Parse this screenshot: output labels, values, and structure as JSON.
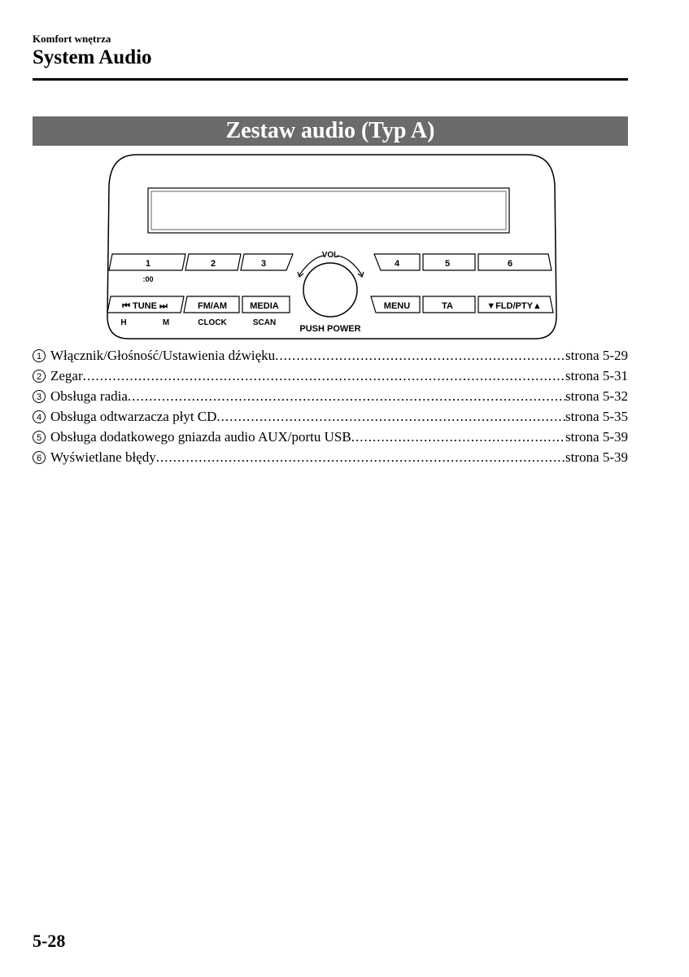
{
  "header": {
    "section_label": "Komfort wnętrza",
    "title": "System Audio"
  },
  "banner": {
    "title": "Zestaw audio (Typ A)"
  },
  "diagram": {
    "vol_label": "VOL",
    "push_power_label": "PUSH POWER",
    "preset_buttons": [
      "1",
      "2",
      "3",
      "4",
      "5",
      "6"
    ],
    "preset_sublabel": ":00",
    "tune_button": "⏮ TUNE ⏭",
    "fm_am_button": "FM/AM",
    "media_button": "MEDIA",
    "menu_button": "MENU",
    "ta_button": "TA",
    "fld_pty_button": "▼FLD/PTY▲",
    "sublabels": [
      "H",
      "M",
      "CLOCK",
      "SCAN"
    ]
  },
  "toc": [
    {
      "num": "1",
      "label": "Włącznik/Głośność/Ustawienia dźwięku",
      "page": "strona 5-29"
    },
    {
      "num": "2",
      "label": "Zegar",
      "page": "strona 5-31"
    },
    {
      "num": "3",
      "label": "Obsługa radia",
      "page": "strona 5-32"
    },
    {
      "num": "4",
      "label": "Obsługa odtwarzacza płyt CD",
      "page": "strona 5-35"
    },
    {
      "num": "5",
      "label": "Obsługa dodatkowego gniazda audio AUX/portu USB",
      "page": "strona 5-39"
    },
    {
      "num": "6",
      "label": "Wyświetlane błędy",
      "page": "strona 5-39"
    }
  ],
  "footer": {
    "page_number": "5-28"
  }
}
